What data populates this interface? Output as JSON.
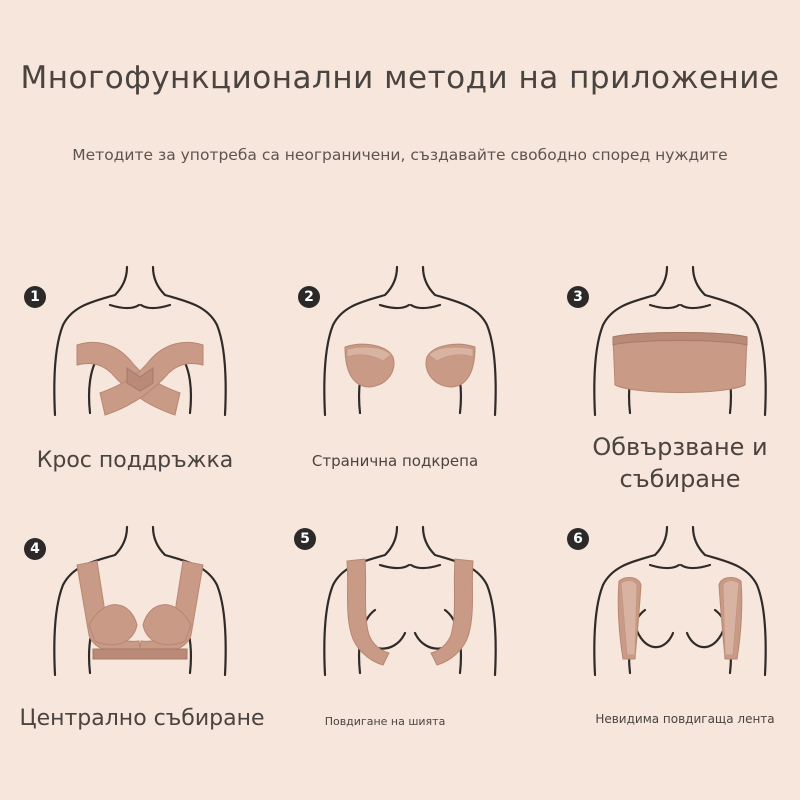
{
  "title": "Многофункционални методи на приложение",
  "subtitle": "Методите за употреба са неограничени, създавайте свободно според нуждите",
  "methods": [
    {
      "number": "1",
      "label": "Крос поддръжка"
    },
    {
      "number": "2",
      "label": "Странична подкрепа"
    },
    {
      "number": "3",
      "label": "Обвързване и събиране"
    },
    {
      "number": "4",
      "label": "Централно събиране"
    },
    {
      "number": "5",
      "label": "Повдигане на шията"
    },
    {
      "number": "6",
      "label": "Невидима повдигаща лента"
    }
  ],
  "colors": {
    "background": "#f6e6dc",
    "tape": "#c99a86",
    "outline": "#2f2b29",
    "badge": "#2b2a29"
  }
}
